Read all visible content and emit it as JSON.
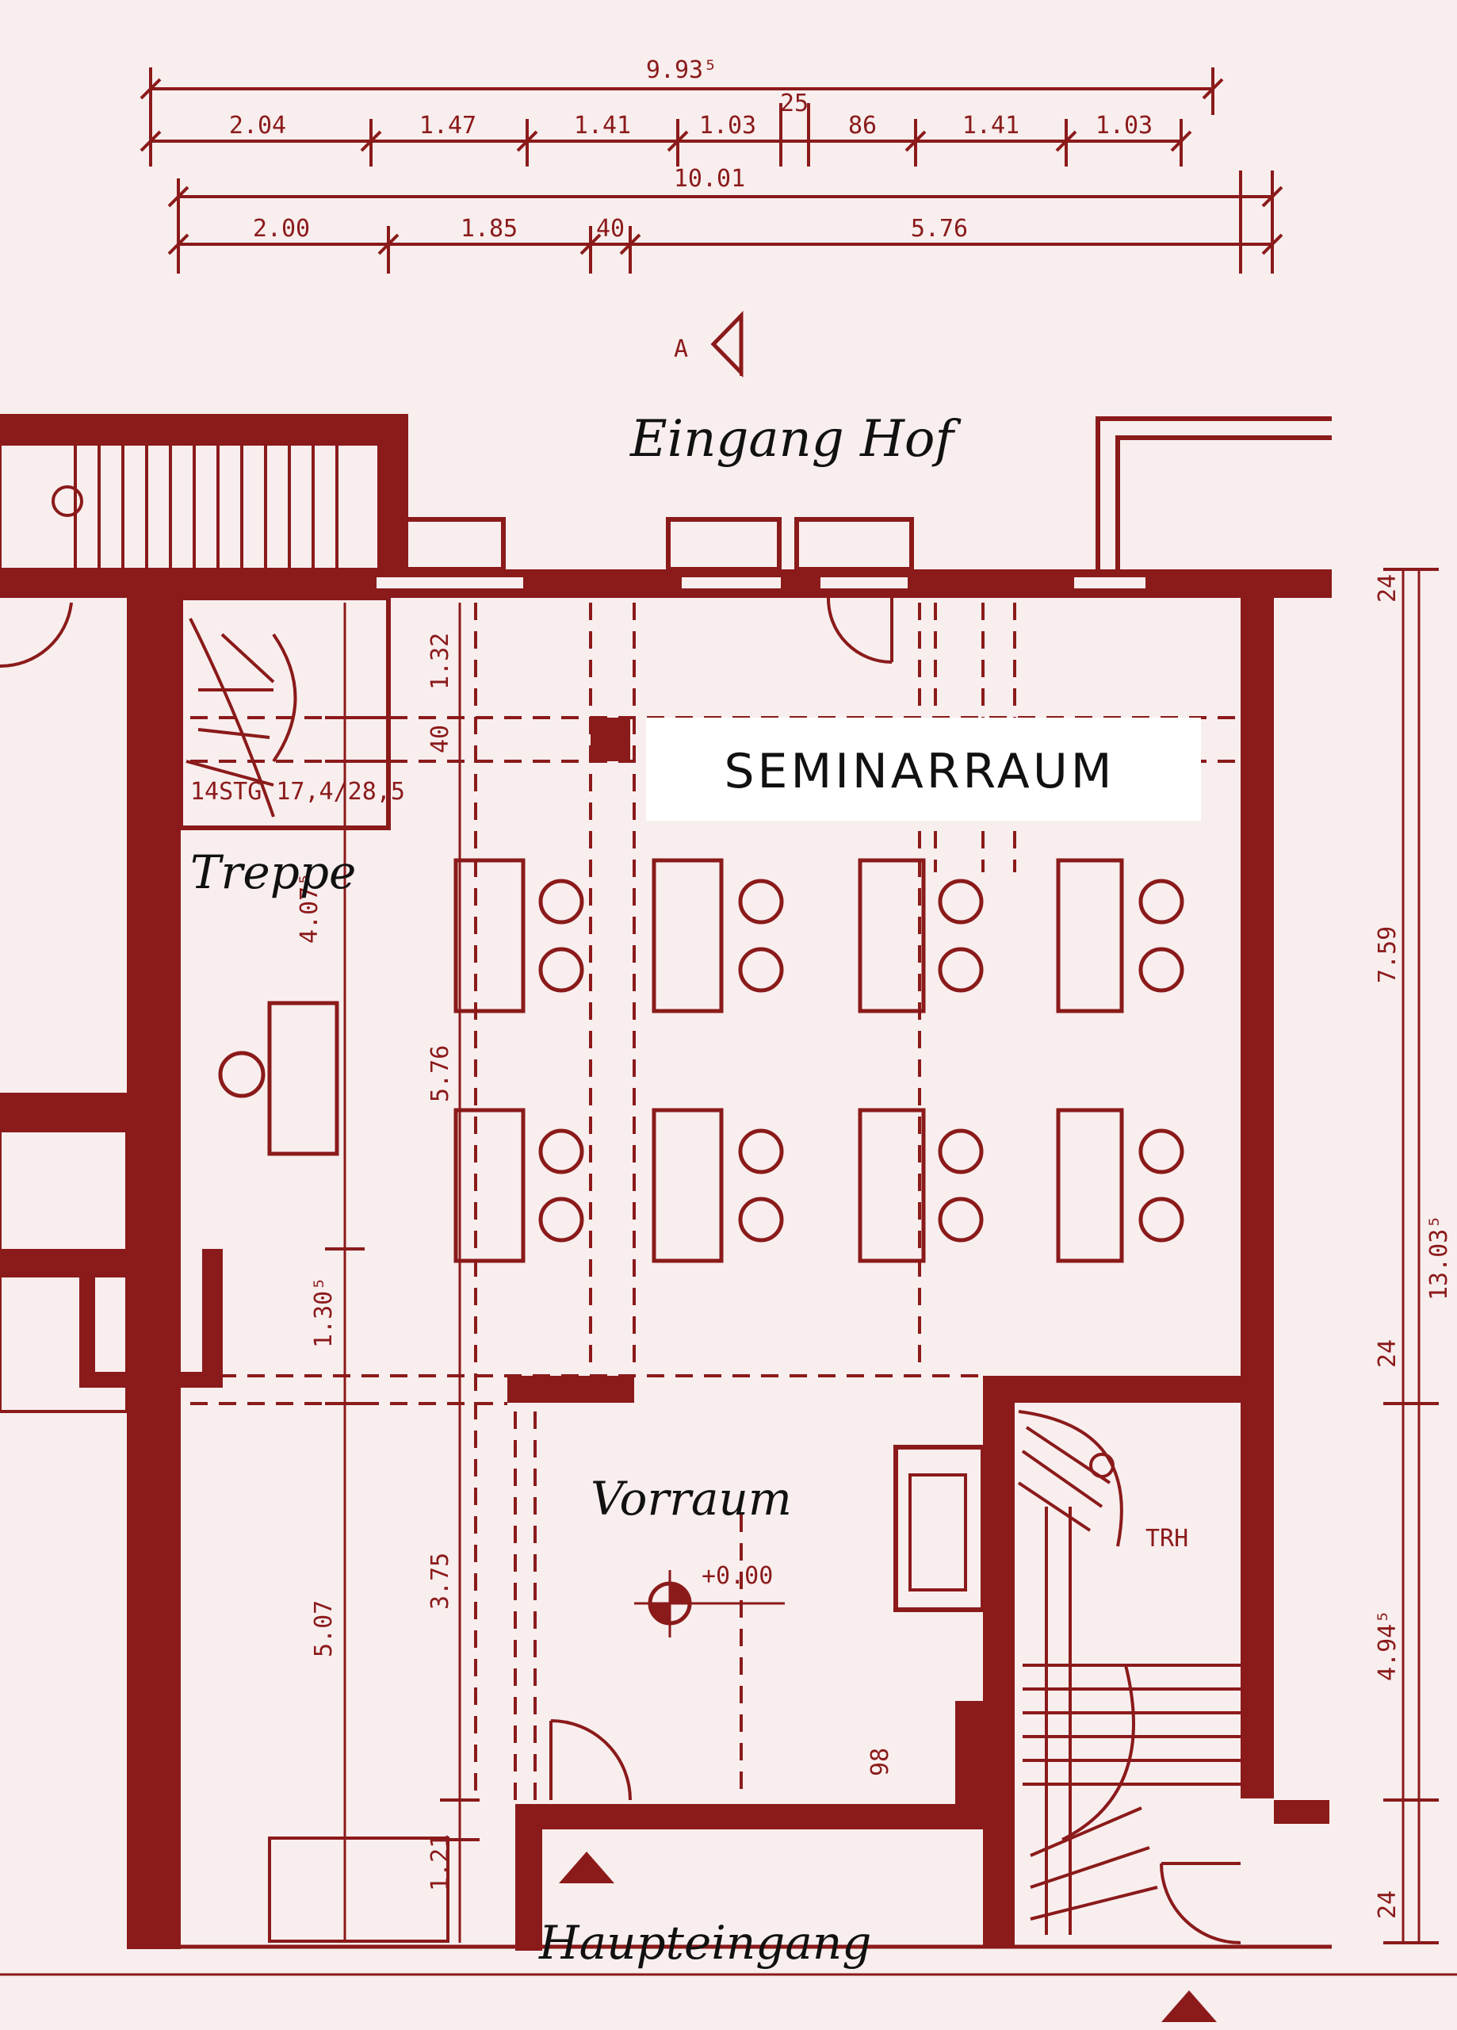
{
  "labels": {
    "eingang_hof": "Eingang Hof",
    "seminarraum": "SEMINARRAUM",
    "treppe": "Treppe",
    "vorraum": "Vorraum",
    "haupteingang": "Haupteingang",
    "trh": "TRH",
    "section_marker": "A"
  },
  "dimensions": {
    "top_total": "9.93⁵",
    "top_row1": [
      "2.04",
      "1.47",
      "1.41",
      "1.03",
      "25",
      "86",
      "1.41",
      "1.03"
    ],
    "middle_total": "10.01",
    "bottom_row": [
      "2.00",
      "1.85",
      "40",
      "5.76"
    ],
    "right_top": "7.59",
    "right_total": "13.03⁵",
    "right_lower": "4.94⁵",
    "right_small": [
      "24",
      "24",
      "24"
    ],
    "left_vertical": [
      "4.07⁵",
      "1.30⁵",
      "5.07"
    ],
    "inner_vertical": [
      "1.32",
      "40",
      "5.76",
      "3.75",
      "1.21"
    ],
    "level": "+0.00",
    "stair_note": "14STG 17,4/28,5",
    "door_note": "98"
  },
  "colors": {
    "line": "#8b1a1a",
    "background": "#f8eeee",
    "label_box": "#ffffff",
    "text": "#111111"
  }
}
